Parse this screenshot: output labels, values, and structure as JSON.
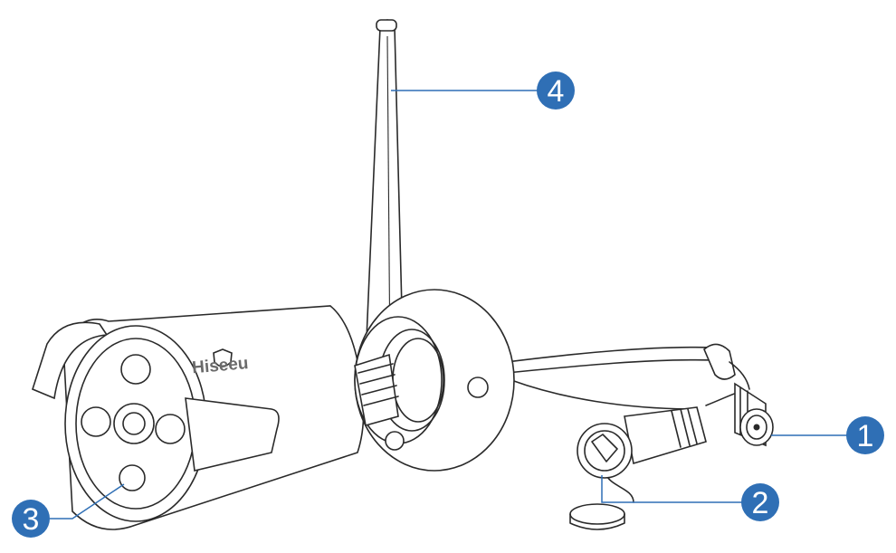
{
  "colors": {
    "callout": "#2f6fb5",
    "line_art": "#2a2a2a",
    "logo": "#6a6a6a"
  },
  "logo": {
    "text": "Hiseeu"
  },
  "callouts": [
    {
      "id": "1",
      "label": "1"
    },
    {
      "id": "2",
      "label": "2"
    },
    {
      "id": "3",
      "label": "3"
    },
    {
      "id": "4",
      "label": "4"
    }
  ]
}
